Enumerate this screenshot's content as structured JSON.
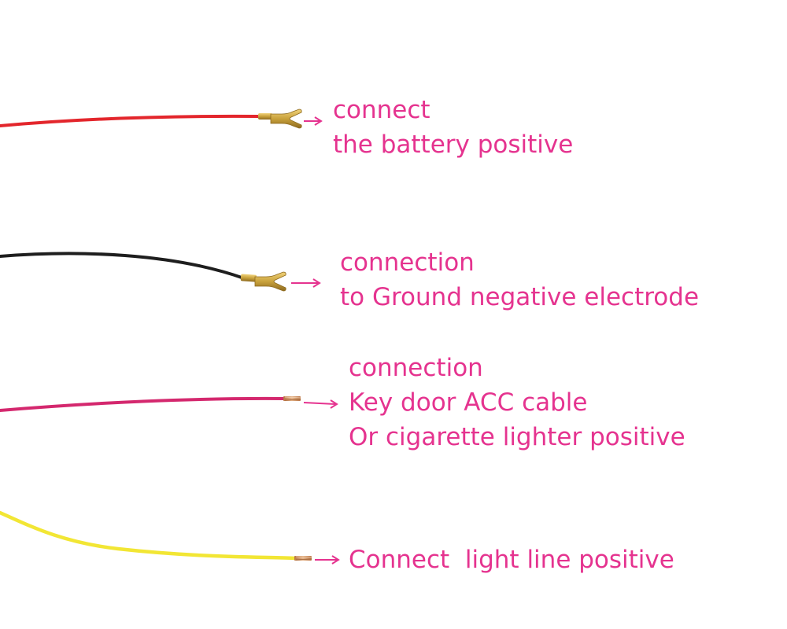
{
  "wires": [
    {
      "id": "red",
      "color": "#e3262c",
      "terminal": "fork",
      "label_lines": [
        "connect",
        "the battery positive"
      ]
    },
    {
      "id": "black",
      "color": "#1e1e1e",
      "terminal": "fork",
      "label_lines": [
        "connection",
        "to Ground negative electrode"
      ]
    },
    {
      "id": "pink",
      "color": "#d4286e",
      "terminal": "bare-copper",
      "label_lines": [
        "connection",
        "Key door ACC cable",
        "Or cigarette lighter positive"
      ]
    },
    {
      "id": "yellow",
      "color": "#f2e634",
      "terminal": "bare-copper",
      "label_lines": [
        "Connect  light line positive"
      ]
    }
  ],
  "colors": {
    "label_text": "#e5338f",
    "arrow": "#e5338f",
    "terminal_brass": "#c9a23c",
    "copper": "#c98a5a",
    "background": "#ffffff"
  },
  "icons": [
    "fork-terminal-icon",
    "arrow-right-icon",
    "bare-copper-end-icon"
  ]
}
